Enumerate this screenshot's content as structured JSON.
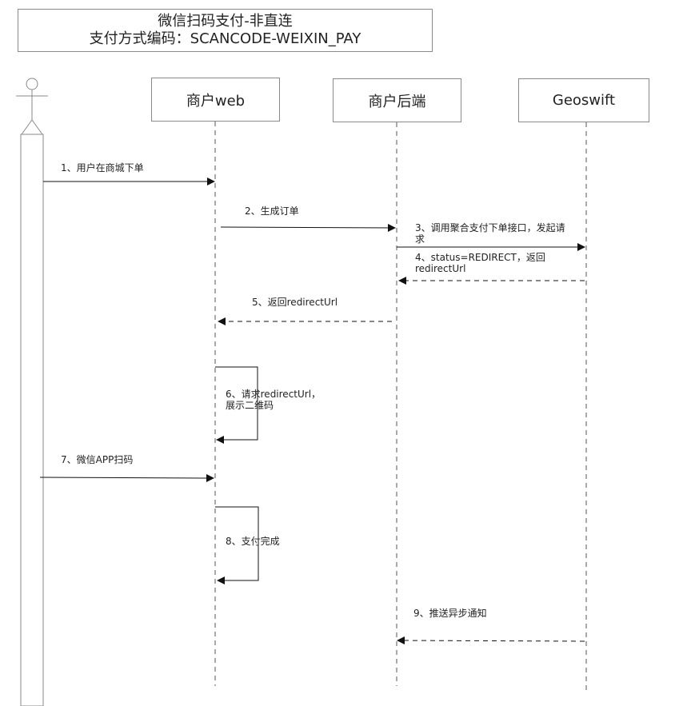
{
  "title": {
    "line1": "微信扫码支付-非直连",
    "line2": "支付方式编码：SCANCODE-WEIXIN_PAY"
  },
  "lifelines": [
    {
      "label": "商户web"
    },
    {
      "label": "商户后端"
    },
    {
      "label": "Geoswift"
    }
  ],
  "messages": [
    {
      "line1": "1、用户在商城下单",
      "line2": ""
    },
    {
      "line1": "2、生成订单",
      "line2": ""
    },
    {
      "line1": "3、调用聚合支付下单接口，发起请",
      "line2": "求"
    },
    {
      "line1": "4、status=REDIRECT，返回",
      "line2": "redirectUrl"
    },
    {
      "line1": "5、返回redirectUrl",
      "line2": ""
    },
    {
      "line1": "6、请求redirectUrl，",
      "line2": "展示二维码"
    },
    {
      "line1": "7、微信APP扫码",
      "line2": ""
    },
    {
      "line1": "8、支付完成",
      "line2": ""
    },
    {
      "line1": "9、推送异步通知",
      "line2": ""
    }
  ]
}
